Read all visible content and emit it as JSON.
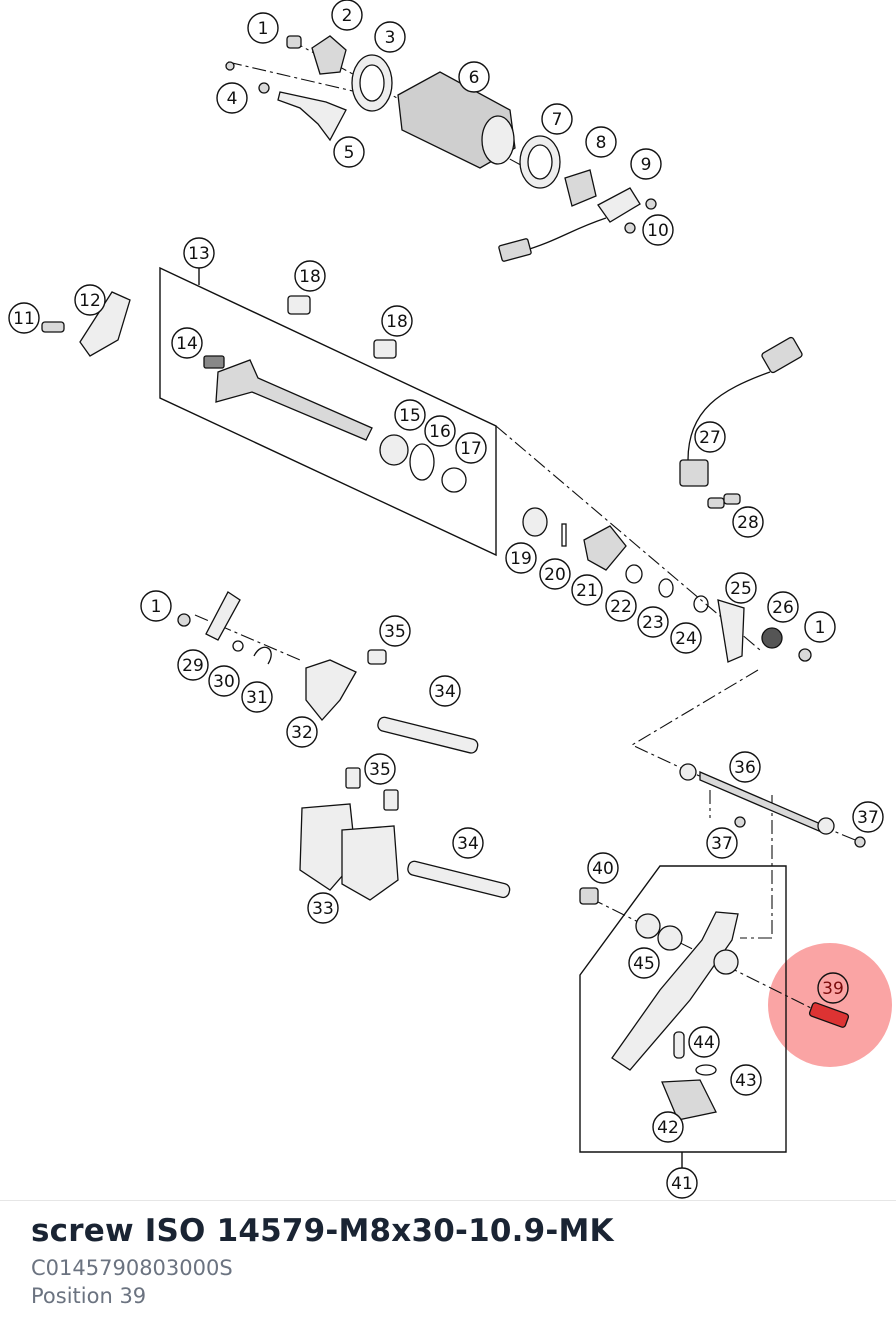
{
  "diagram": {
    "callouts": [
      "1",
      "2",
      "3",
      "4",
      "5",
      "6",
      "7",
      "8",
      "9",
      "10",
      "11",
      "12",
      "13",
      "14",
      "18",
      "18",
      "15",
      "16",
      "17",
      "19",
      "20",
      "21",
      "22",
      "23",
      "24",
      "25",
      "26",
      "1",
      "27",
      "28",
      "1",
      "29",
      "30",
      "31",
      "32",
      "35",
      "34",
      "35",
      "33",
      "34",
      "36",
      "37",
      "37",
      "40",
      "45",
      "39",
      "44",
      "43",
      "42",
      "41"
    ],
    "highlight": {
      "label": "39",
      "color": "#f55a5a"
    }
  },
  "selected_part": {
    "name": "screw ISO 14579-M8x30-10.9-MK",
    "number": "C0145790803000S",
    "position": "Position 39"
  },
  "colors": {
    "title": "#1a2433",
    "meta": "#6b7380",
    "line": "#111111",
    "part_fill": "#d9d9d9"
  }
}
